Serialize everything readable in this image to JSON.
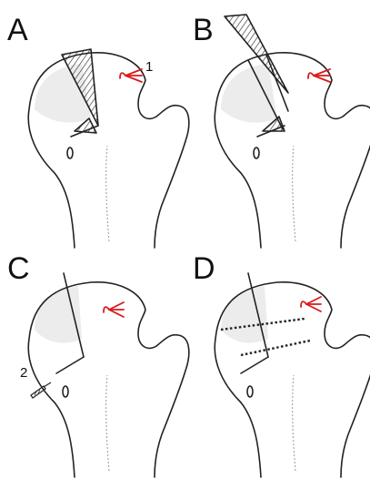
{
  "panels": [
    {
      "letter": "A",
      "callout": "1"
    },
    {
      "letter": "B",
      "callout": ""
    },
    {
      "letter": "C",
      "callout": "2"
    },
    {
      "letter": "D",
      "callout": ""
    }
  ],
  "colors": {
    "vessel_marker": "#d91a1a",
    "outline": "#222222",
    "shading": "#ececec"
  }
}
